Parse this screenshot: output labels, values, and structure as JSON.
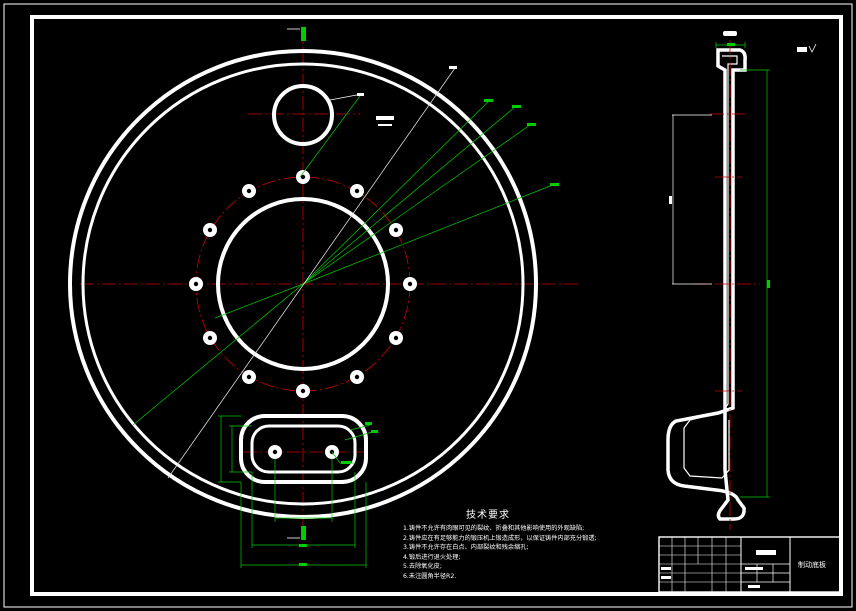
{
  "technical_requirements": {
    "title": "技术要求",
    "items": [
      "1.铸件不允许有肉眼可见的裂纹、折叠和其他影响使用的外观缺陷;",
      "2.铸件应在有足够能力的锻压机上锻造成形，以保证铸件内部充分锻透;",
      "3.铸件不允许存在白点、内部裂纹和残余缩孔;",
      "4.锻后进行退火处理;",
      "5.去除氧化皮;",
      "6.未注圆角半径R2."
    ]
  },
  "title_block": {
    "part_name": "制动底板"
  },
  "colors": {
    "background": "#000000",
    "outline": "#ffffff",
    "centerline": "#cc0000",
    "dimension": "#00cc00"
  }
}
